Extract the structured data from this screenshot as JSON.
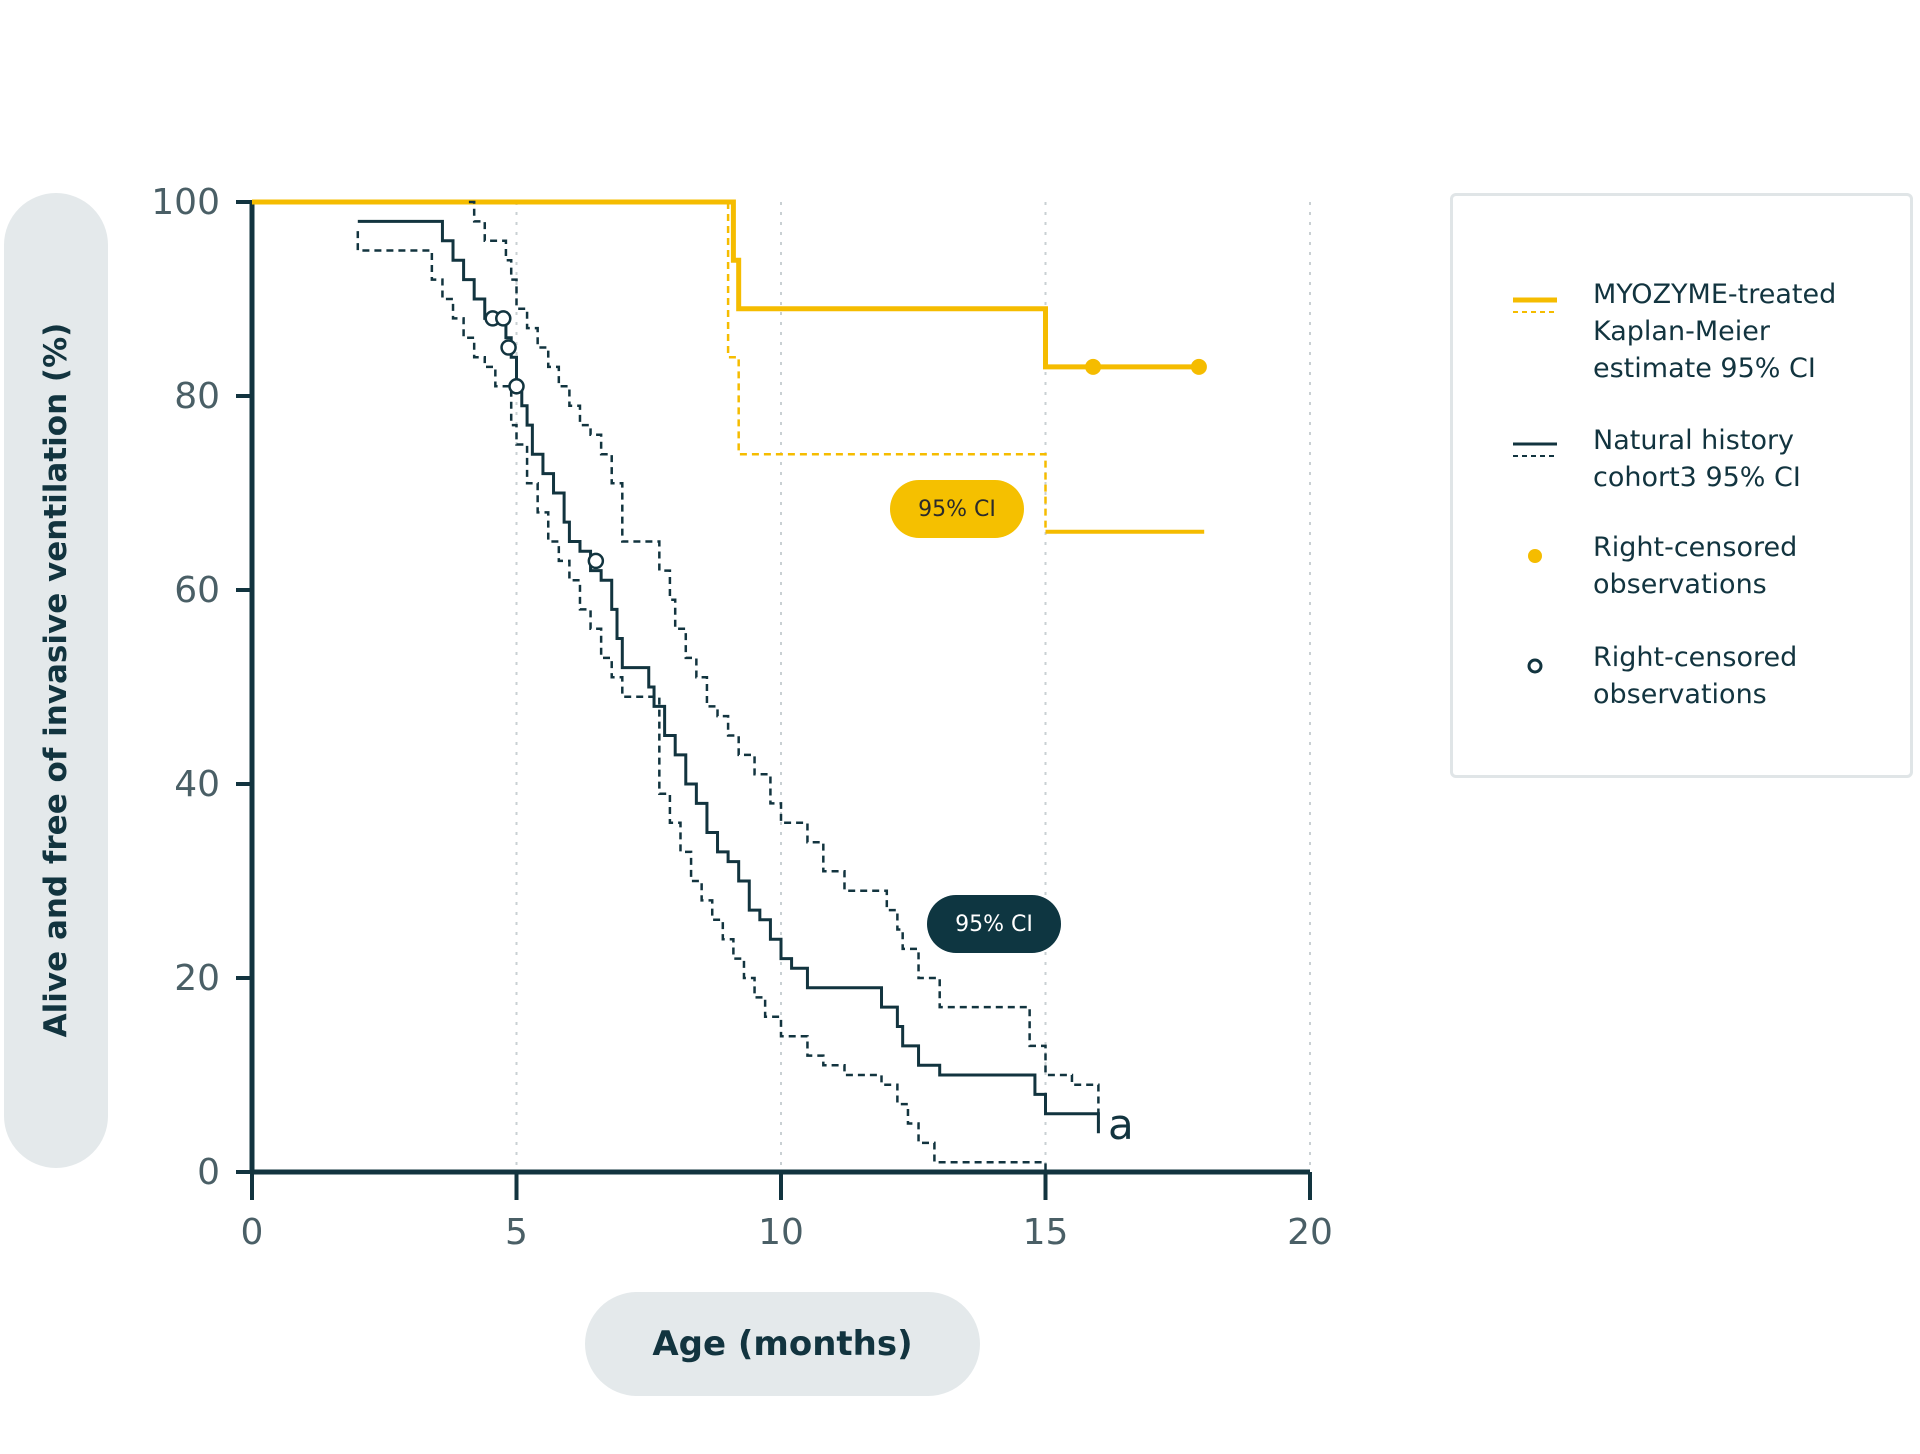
{
  "chart_data": {
    "type": "line",
    "xlabel": "Age (months)",
    "ylabel": "Alive and free of invasive ventilation (%)",
    "xlim": [
      0,
      20
    ],
    "ylim": [
      0,
      100
    ],
    "x_ticks": [
      "0",
      "5",
      "10",
      "15",
      "20"
    ],
    "y_ticks": [
      "0",
      "20",
      "40",
      "60",
      "80",
      "100"
    ],
    "grid": "vertical dotted at x ticks",
    "series": [
      {
        "name": "MYOZYME-treated Kaplan-Meier estimate",
        "style": "solid",
        "color": "#f5bc00",
        "x": [
          0,
          9.1,
          9.1,
          9.2,
          9.2,
          15.0,
          15.0,
          18.0
        ],
        "y": [
          100,
          100,
          94,
          94,
          89,
          89,
          83,
          83
        ]
      },
      {
        "name": "MYOZYME-treated 95% CI",
        "style": "dashed",
        "color": "#f5bc00",
        "x": [
          9.0,
          9.0,
          9.2,
          9.2,
          15.0,
          15.0
        ],
        "y": [
          100,
          84,
          84,
          74,
          74,
          66
        ],
        "tail": {
          "x": [
            15.0,
            18.0
          ],
          "y": [
            66,
            66
          ]
        }
      },
      {
        "name": "Natural history cohort3",
        "style": "solid",
        "color": "#12343f",
        "x": [
          2.0,
          3.5,
          3.6,
          3.8,
          4.0,
          4.2,
          4.4,
          4.6,
          4.8,
          4.9,
          5.0,
          5.1,
          5.2,
          5.3,
          5.5,
          5.7,
          5.9,
          6.0,
          6.2,
          6.4,
          6.6,
          6.8,
          6.9,
          7.0,
          7.5,
          7.6,
          7.8,
          8.0,
          8.2,
          8.4,
          8.6,
          8.8,
          9.0,
          9.2,
          9.4,
          9.6,
          9.8,
          10.0,
          10.2,
          10.5,
          10.8,
          11.2,
          11.6,
          11.9,
          12.2,
          12.3,
          12.6,
          13.0,
          14.5,
          14.8,
          15.0,
          16.0
        ],
        "y": [
          98,
          98,
          96,
          94,
          92,
          90,
          88,
          88,
          86,
          84,
          81,
          79,
          77,
          74,
          72,
          70,
          67,
          65,
          64,
          62,
          61,
          58,
          55,
          52,
          50,
          48,
          45,
          43,
          40,
          38,
          35,
          33,
          32,
          30,
          27,
          26,
          24,
          22,
          21,
          19,
          19,
          19,
          19,
          17,
          15,
          13,
          11,
          10,
          10,
          8,
          6,
          4
        ]
      },
      {
        "name": "Natural history 95% CI upper",
        "style": "dashed",
        "color": "#12343f",
        "x": [
          4.1,
          4.2,
          4.4,
          4.6,
          4.8,
          4.9,
          5.0,
          5.2,
          5.4,
          5.6,
          5.8,
          6.0,
          6.2,
          6.4,
          6.6,
          6.8,
          7.0,
          7.5,
          7.7,
          7.9,
          8.0,
          8.2,
          8.4,
          8.6,
          8.8,
          9.0,
          9.2,
          9.5,
          9.8,
          10.0,
          10.5,
          10.8,
          11.2,
          11.9,
          12.0,
          12.2,
          12.3,
          12.6,
          13.0,
          14.5,
          14.7,
          15.0,
          15.5,
          16.0
        ],
        "y": [
          100,
          98,
          96,
          96,
          94,
          92,
          89,
          87,
          85,
          83,
          81,
          79,
          77,
          76,
          74,
          71,
          65,
          65,
          62,
          59,
          56,
          53,
          51,
          48,
          47,
          45,
          43,
          41,
          38,
          36,
          34,
          31,
          29,
          29,
          27,
          25,
          23,
          20,
          17,
          17,
          13,
          10,
          9,
          5
        ]
      },
      {
        "name": "Natural history 95% CI lower",
        "style": "dashed",
        "color": "#12343f",
        "x": [
          2.0,
          2.0,
          3.4,
          3.4,
          3.6,
          3.8,
          4.0,
          4.2,
          4.4,
          4.6,
          4.8,
          4.9,
          5.0,
          5.2,
          5.4,
          5.6,
          5.8,
          6.0,
          6.2,
          6.4,
          6.6,
          6.8,
          7.0,
          7.5,
          7.7,
          7.9,
          8.1,
          8.3,
          8.5,
          8.7,
          8.9,
          9.1,
          9.3,
          9.5,
          9.7,
          10.0,
          10.5,
          10.8,
          11.2,
          11.9,
          12.2,
          12.4,
          12.6,
          12.9,
          13.0,
          14.5,
          14.8,
          15.0
        ],
        "y": [
          97,
          95,
          95,
          92,
          90,
          88,
          86,
          84,
          83,
          81,
          81,
          77,
          75,
          71,
          68,
          65,
          63,
          61,
          58,
          56,
          53,
          51,
          49,
          49,
          39,
          36,
          33,
          30,
          28,
          26,
          24,
          22,
          20,
          18,
          16,
          14,
          12,
          11,
          10,
          9,
          7,
          5,
          3,
          1,
          1,
          1,
          1,
          0
        ]
      }
    ],
    "censored_filled": {
      "x": [
        15.9,
        17.9
      ],
      "y": [
        83,
        83
      ]
    },
    "censored_open": {
      "x": [
        4.55,
        4.75,
        4.85,
        5.0,
        6.5
      ],
      "y": [
        88,
        88,
        85,
        81,
        63
      ]
    },
    "annotations": {
      "ci_yellow": "95% CI",
      "ci_dark": "95% CI",
      "marker": "a"
    }
  },
  "legend": {
    "items": [
      {
        "label": "MYOZYME-treated\nKaplan-Meier\nestimate 95% CI",
        "swatch": "yellow-solid-dashed"
      },
      {
        "label": "Natural history\ncohort3  95% CI",
        "swatch": "dark-solid-dashed"
      },
      {
        "label": "Right-censored\nobservations",
        "swatch": "yellow-dot"
      },
      {
        "label": "Right-censored\nobservations",
        "swatch": "dark-open-circle"
      }
    ]
  },
  "colors": {
    "treated": "#f5bc00",
    "natural": "#12343f",
    "pill": "#e4e9eb"
  }
}
